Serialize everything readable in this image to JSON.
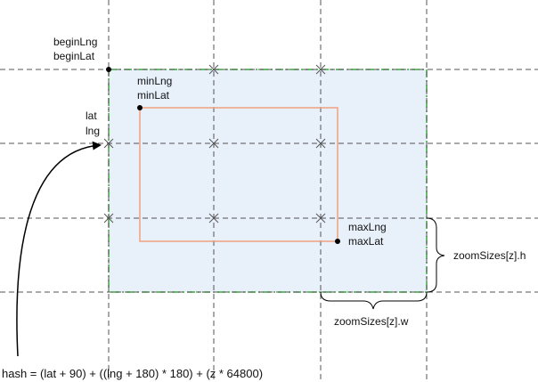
{
  "labels": {
    "begin_lng": "beginLng",
    "begin_lat": "beginLat",
    "min_lng": "minLng",
    "min_lat": "minLat",
    "lat": "lat",
    "lng": "lng",
    "max_lng": "maxLng",
    "max_lat": "maxLat",
    "zoom_h": "zoomSizes[z].h",
    "zoom_w": "zoomSizes[z].w"
  },
  "formula": "hash = (lat + 90) + ((lng + 180) * 180) + (z * 64800)",
  "colors": {
    "tile_fill": "#e8f0fa",
    "tile_border": "#3aa63a",
    "bbox_border": "#f0a080",
    "grid_line": "#555555",
    "point": "#000000"
  }
}
